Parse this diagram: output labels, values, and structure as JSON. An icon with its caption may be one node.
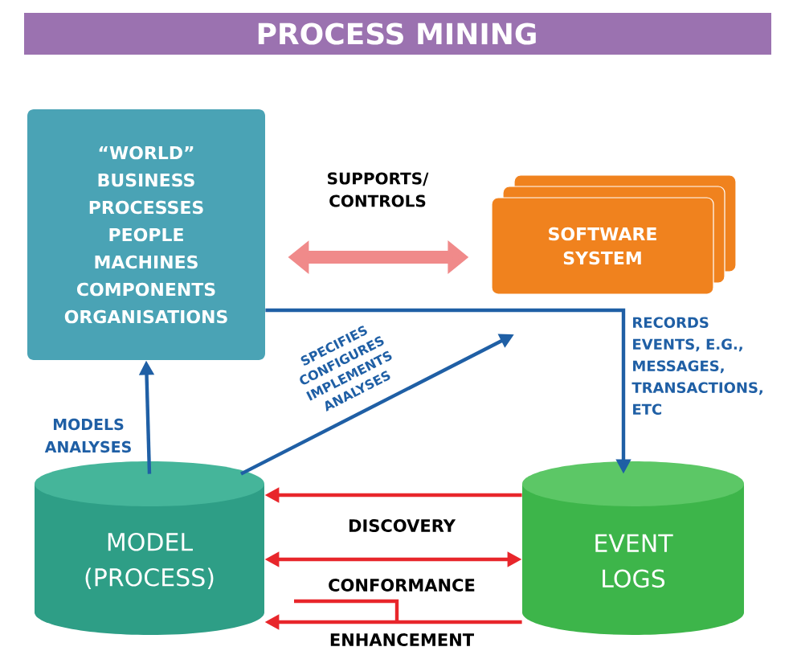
{
  "diagram": {
    "title": "PROCESS MINING",
    "nodes": [
      {
        "text": [
          "“WORLD” BUSINESS PROCESSES PEOPLE MACHINES COMPONENTS ORGANISATIONS"
        ]
      },
      {
        "text": [
          "SOFTWARE SYSTEM"
        ]
      },
      {
        "text": [
          "MODEL (PROCESS)"
        ]
      },
      {
        "text": [
          "EVENT LOGS"
        ]
      }
    ],
    "edges": [
      {
        "from": 0,
        "to": 1,
        "arrow": "both",
        "label": "SUPPORTS/ CONTROLS",
        "style": "thick",
        "color": "#f08a8a"
      },
      {
        "from": 0,
        "to": 3,
        "arrow": "to",
        "label": "RECORDS EVENTS, E.G., MESSAGES, TRANSACTIONS, ETC"
      },
      {
        "from": 2,
        "to": null,
        "arrow": "to",
        "label": "SPECIFIES CONFIGURES IMPLEMENTS ANALYSES"
      },
      {
        "from": 2,
        "to": 0,
        "arrow": "to",
        "label": "MODELS ANALYSES"
      },
      {
        "from": 3,
        "to": 2,
        "arrow": "to",
        "label": "DISCOVERY",
        "color": "#e8262b"
      },
      {
        "from": 2,
        "to": 3,
        "arrow": "both",
        "label": "CONFORMANCE",
        "color": "#e8262b"
      },
      {
        "from": 3,
        "to": 2,
        "arrow": "to",
        "label": "ENHANCEMENT",
        "color": "#e8262b"
      }
    ]
  }
}
